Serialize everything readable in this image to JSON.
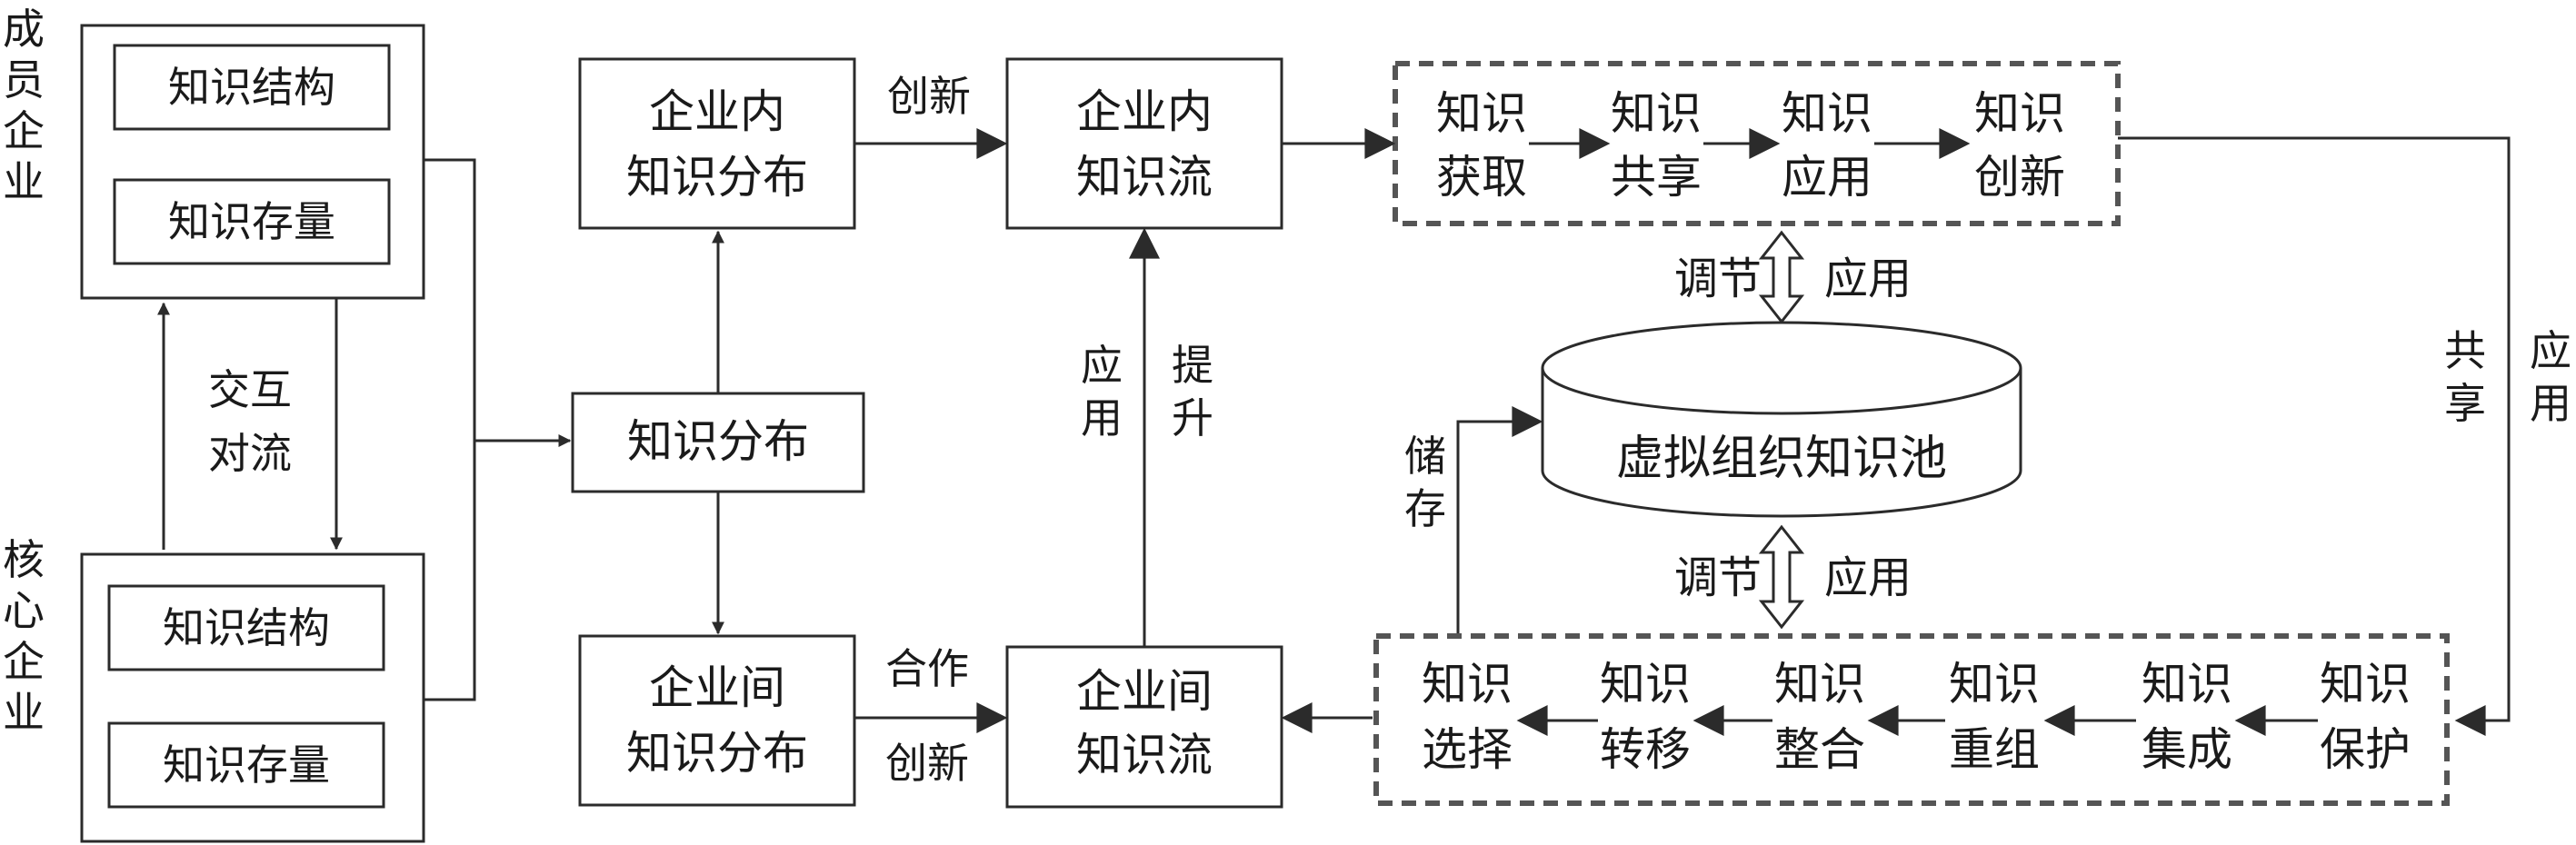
{
  "side_labels": {
    "member": "成员企业",
    "core": "核心企业"
  },
  "member_boxes": [
    "知识结构",
    "知识存量"
  ],
  "core_boxes": [
    "知识结构",
    "知识存量"
  ],
  "interact_label": [
    "交互",
    "对流"
  ],
  "center": {
    "distribution": "知识分布",
    "intra_dist": [
      "企业内",
      "知识分布"
    ],
    "inter_dist": [
      "企业间",
      "知识分布"
    ],
    "intra_flow": [
      "企业内",
      "知识流"
    ],
    "inter_flow": [
      "企业间",
      "知识流"
    ]
  },
  "edge_labels": {
    "innovate_top": "创新",
    "cooperate": "合作",
    "innovate_bottom": "创新",
    "apply_vertical": "应用",
    "promote_vertical": "提升",
    "store": "储存",
    "share_right": "共享",
    "apply_right": "应用",
    "regulate_top": "调节",
    "apply_top": "应用",
    "regulate_bottom": "调节",
    "apply_bottom": "应用"
  },
  "top_chain": [
    [
      "知识",
      "获取"
    ],
    [
      "知识",
      "共享"
    ],
    [
      "知识",
      "应用"
    ],
    [
      "知识",
      "创新"
    ]
  ],
  "bottom_chain": [
    [
      "知识",
      "选择"
    ],
    [
      "知识",
      "转移"
    ],
    [
      "知识",
      "整合"
    ],
    [
      "知识",
      "重组"
    ],
    [
      "知识",
      "集成"
    ],
    [
      "知识",
      "保护"
    ]
  ],
  "pool_label": "虚拟组织知识池"
}
